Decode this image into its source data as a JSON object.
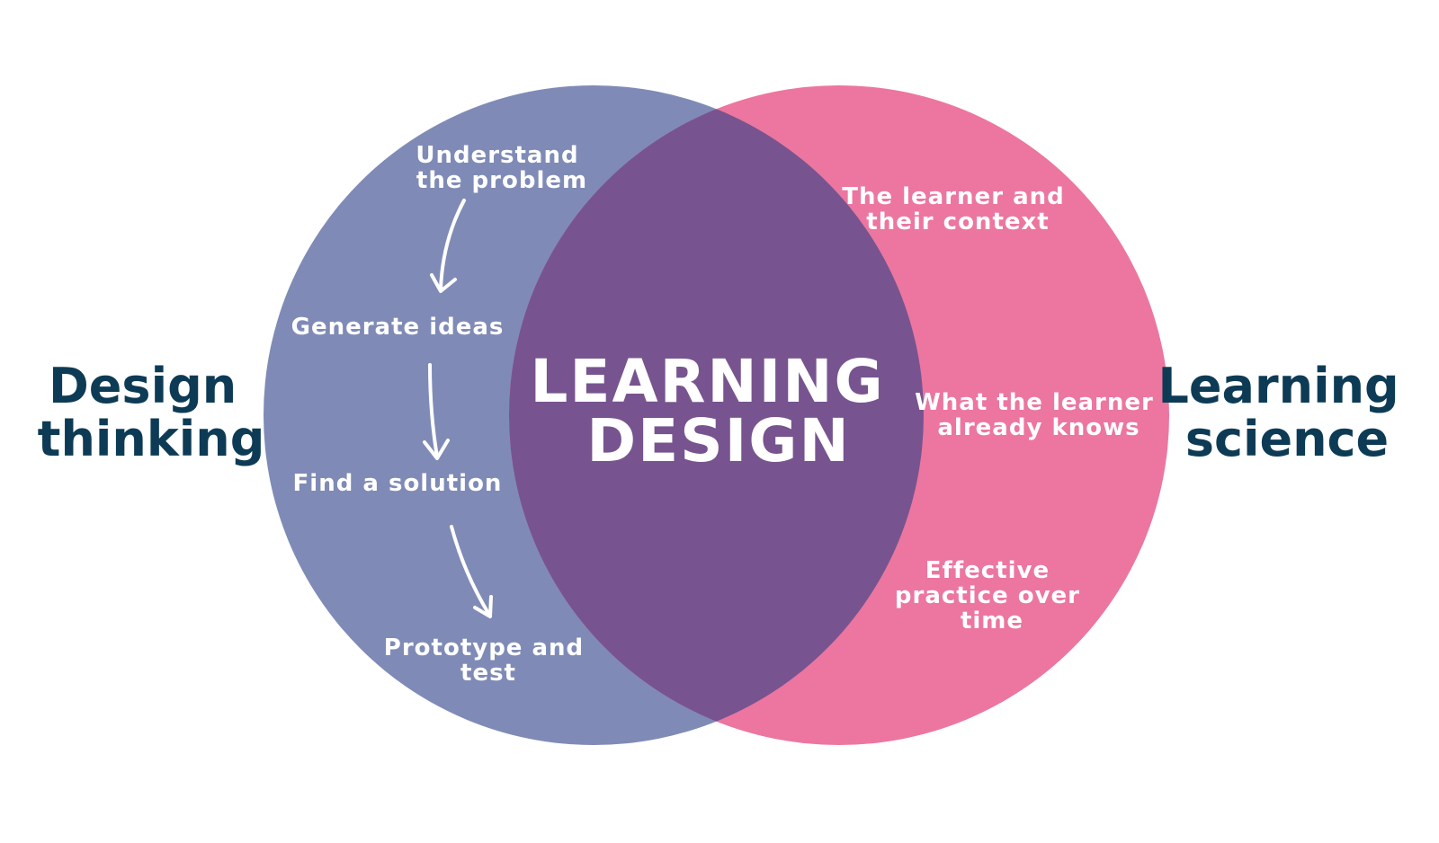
{
  "colors": {
    "left_circle": "#7f8bb6",
    "right_circle": "#ec769f",
    "overlap": "#77548f",
    "side_text": "#0d3b55",
    "inner_text": "#ffffff"
  },
  "left_set": {
    "title_lines": [
      "Design",
      "thinking"
    ],
    "steps": [
      {
        "lines": [
          "Understand",
          "the problem"
        ]
      },
      {
        "lines": [
          "Generate ideas"
        ]
      },
      {
        "lines": [
          "Find a solution"
        ]
      },
      {
        "lines": [
          "Prototype and",
          "test"
        ]
      }
    ]
  },
  "right_set": {
    "title_lines": [
      "Learning",
      "science"
    ],
    "items": [
      {
        "lines": [
          "The learner and",
          "their context"
        ]
      },
      {
        "lines": [
          "What the learner",
          "already knows"
        ]
      },
      {
        "lines": [
          "Effective",
          "practice over",
          "time"
        ]
      }
    ]
  },
  "intersection": {
    "title_lines": [
      "LEARNING",
      "DESIGN"
    ]
  }
}
